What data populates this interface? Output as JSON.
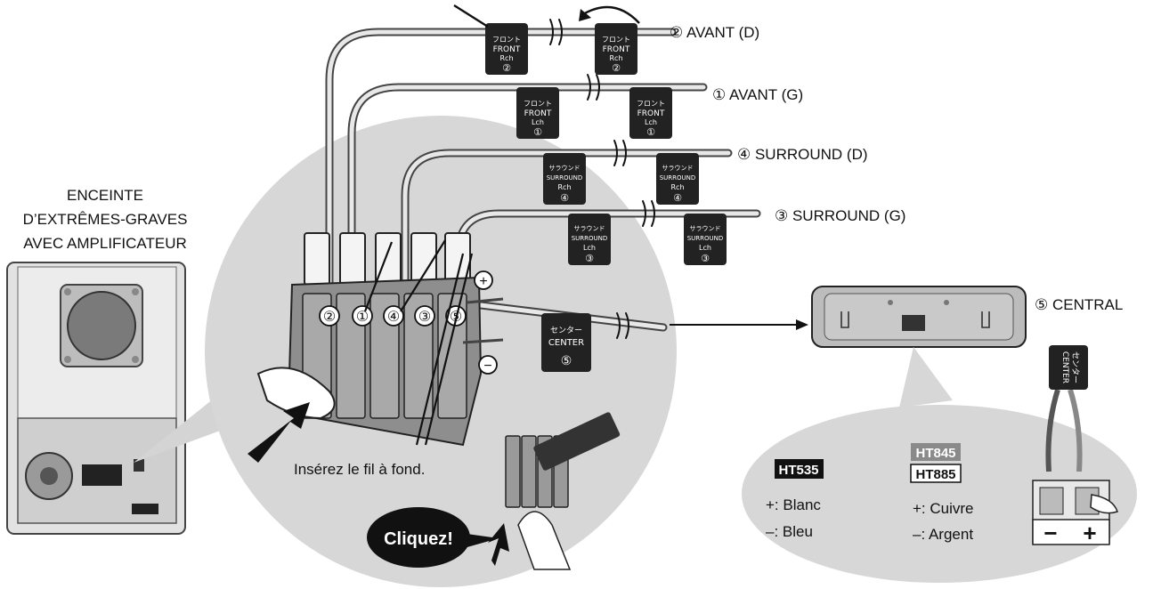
{
  "subwoofer": {
    "title_line1": "ENCEINTE",
    "title_line2": "D’EXTRÊMES-GRAVES",
    "title_line3": "AVEC AMPLIFICATEUR"
  },
  "speakers": [
    {
      "label": "② AVANT (D)",
      "tag_jp": "フロント",
      "tag_en": "FRONT",
      "tag_ch": "Rch",
      "tag_num": "②"
    },
    {
      "label": "① AVANT (G)",
      "tag_jp": "フロント",
      "tag_en": "FRONT",
      "tag_ch": "Lch",
      "tag_num": "①"
    },
    {
      "label": "④ SURROUND (D)",
      "tag_jp": "サラウンド",
      "tag_en": "SURROUND",
      "tag_ch": "Rch",
      "tag_num": "④"
    },
    {
      "label": "③ SURROUND (G)",
      "tag_jp": "サラウンド",
      "tag_en": "SURROUND",
      "tag_ch": "Lch",
      "tag_num": "③"
    }
  ],
  "center": {
    "label": "⑤ CENTRAL",
    "tag_jp": "センター",
    "tag_en": "CENTER",
    "tag_num": "⑤"
  },
  "terminal_numbers": [
    "②",
    "①",
    "④",
    "③",
    "⑤"
  ],
  "polarity": {
    "plus": "+",
    "minus": "−"
  },
  "instruction": "Insérez le fil à fond.",
  "click_callout": "Cliquez!",
  "models": {
    "ht535": "HT535",
    "ht845": "HT845",
    "ht885": "HT885",
    "ht535_plus": "+: Blanc",
    "ht535_minus": "–: Bleu",
    "ht845_plus": "+: Cuivre",
    "ht845_minus": "–: Argent"
  }
}
